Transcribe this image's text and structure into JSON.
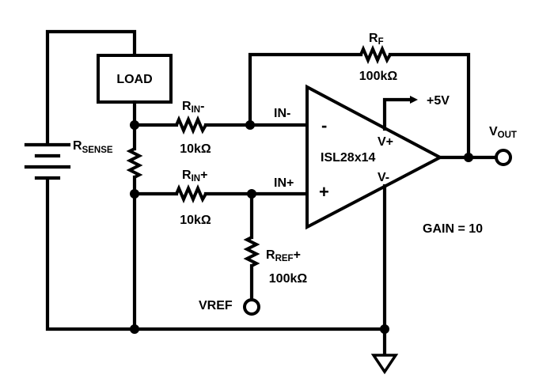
{
  "load_label": "LOAD",
  "rsense": {
    "main": "R",
    "sub": "SENSE"
  },
  "rf": {
    "main": "R",
    "sub": "F",
    "value": "100kΩ"
  },
  "rin_minus": {
    "main": "R",
    "sub": "IN",
    "suffix": "-",
    "value": "10kΩ"
  },
  "rin_plus": {
    "main": "R",
    "sub": "IN",
    "suffix": "+",
    "value": "10kΩ"
  },
  "rref": {
    "main": "R",
    "sub": "REF",
    "suffix": "+",
    "value": "100kΩ"
  },
  "opamp": {
    "name": "ISL28x14",
    "in_minus_pin": "IN-",
    "in_plus_pin": "IN+",
    "minus_sign": "-",
    "plus_sign": "+",
    "vplus_pin": "V+",
    "vminus_pin": "V-"
  },
  "supply_label": "+5V",
  "vout": {
    "main": "V",
    "sub": "OUT"
  },
  "vref_label": "VREF",
  "gain_label": "GAIN = 10"
}
